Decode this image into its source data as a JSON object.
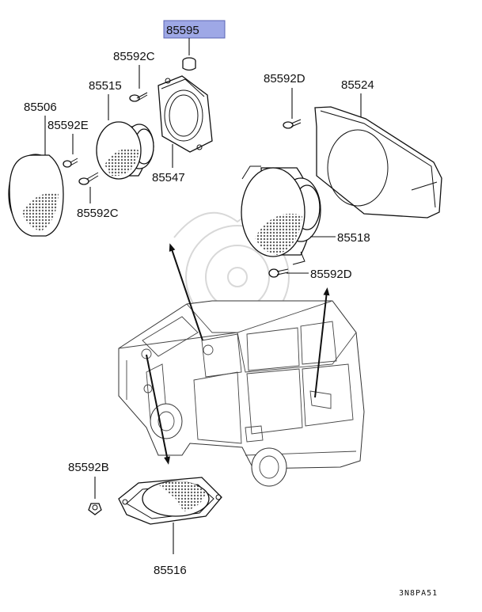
{
  "labels": {
    "p85595": "85595",
    "p85592c_top": "85592C",
    "p85515": "85515",
    "p85592d_top": "85592D",
    "p85524": "85524",
    "p85506": "85506",
    "p85592e": "85592E",
    "p85547": "85547",
    "p85592c_bottom": "85592C",
    "p85518": "85518",
    "p85592d_bottom": "85592D",
    "p85592b": "85592B",
    "p85516": "85516"
  },
  "diagram_code": "3N8PA51",
  "colors": {
    "highlight_fill": "#9ea8e6",
    "highlight_border": "#5a64b4",
    "mesh": "#6a6a6a",
    "watermark": "#d8d8d8"
  }
}
